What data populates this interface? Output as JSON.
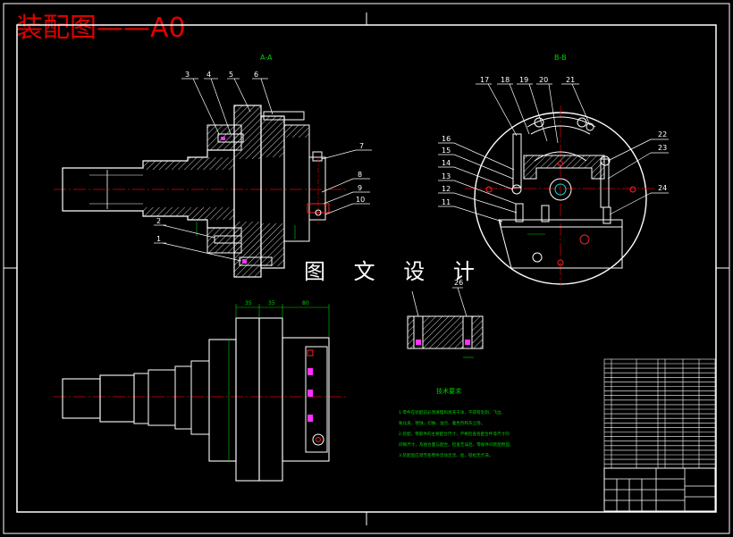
{
  "drawing_title": "装配图——A0",
  "watermark": "图 文 设 计",
  "section_labels": {
    "a_a": "A-A",
    "b_b": "B-B"
  },
  "balloons_section_a": [
    "1",
    "2",
    "3",
    "4",
    "5",
    "6",
    "7",
    "8",
    "9",
    "10"
  ],
  "balloons_section_b": [
    "11",
    "12",
    "13",
    "14",
    "15",
    "16",
    "17",
    "18",
    "19",
    "20",
    "21",
    "22",
    "23",
    "24"
  ],
  "balloon_detail": "26",
  "dimensions_plan": [
    "35",
    "35",
    "80"
  ],
  "technical_requirements": {
    "heading": "技术要求",
    "lines": [
      "1.零件在装配前必须清理和清洗干净，不得有毛刺、飞边、",
      "氧化皮、锈蚀、切屑、油污、着色剂和灰尘等。",
      "2.装配，零部件的主要配合尺寸，严格检查各配合件等尺寸的",
      "间隙尺寸，及接合面与配合，检查无误后，零部件间装配稳固。",
      "3.装配后应调节各零件活动灵活，动，轻松无卡滞。"
    ]
  },
  "colors": {
    "background": "#000000",
    "outline": "#ffffff",
    "title": "#e00000",
    "centerline": "#e00000",
    "dimension": "#00d000",
    "hidden_red": "#ff2020",
    "hatch": "#ffffff",
    "cyan": "#00e0e0",
    "magenta": "#ff30ff"
  }
}
